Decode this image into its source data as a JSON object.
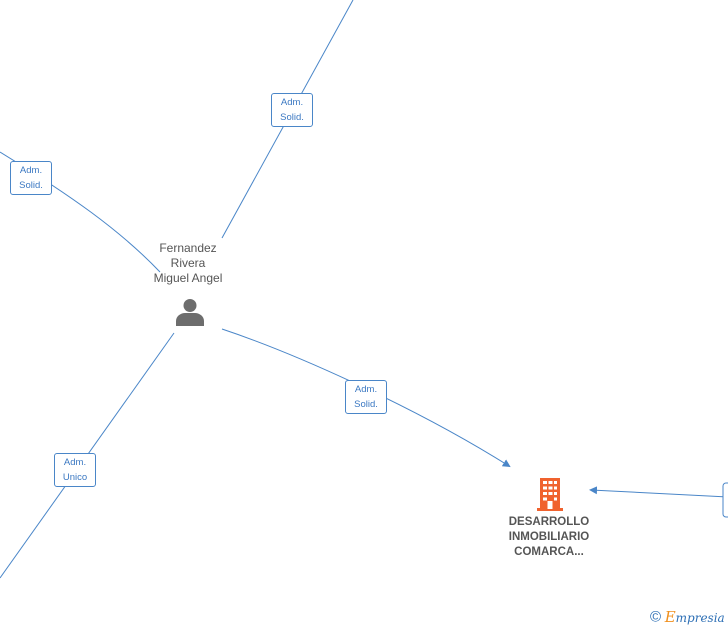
{
  "person": {
    "name_lines": [
      "Fernandez",
      "Rivera",
      "Miguel Angel"
    ],
    "icon": "person-icon"
  },
  "company": {
    "name_lines": [
      "DESARROLLO",
      "INMOBILIARIO",
      "COMARCA..."
    ],
    "icon": "building-icon"
  },
  "relations": [
    {
      "id": "top",
      "lines": [
        "Adm.",
        "Solid."
      ]
    },
    {
      "id": "left",
      "lines": [
        "Adm.",
        "Solid."
      ]
    },
    {
      "id": "company",
      "lines": [
        "Adm.",
        "Solid."
      ]
    },
    {
      "id": "bottom",
      "lines": [
        "Adm.",
        "Unico"
      ]
    }
  ],
  "footer": {
    "copyright": "©",
    "brand_initial": "E",
    "brand_rest": "mpresia"
  },
  "colors": {
    "edge": "#4a86c8",
    "label_text": "#3b78c2",
    "person_icon": "#6d6d6d",
    "company_icon": "#f0622e",
    "brand_initial": "#f0901e"
  }
}
